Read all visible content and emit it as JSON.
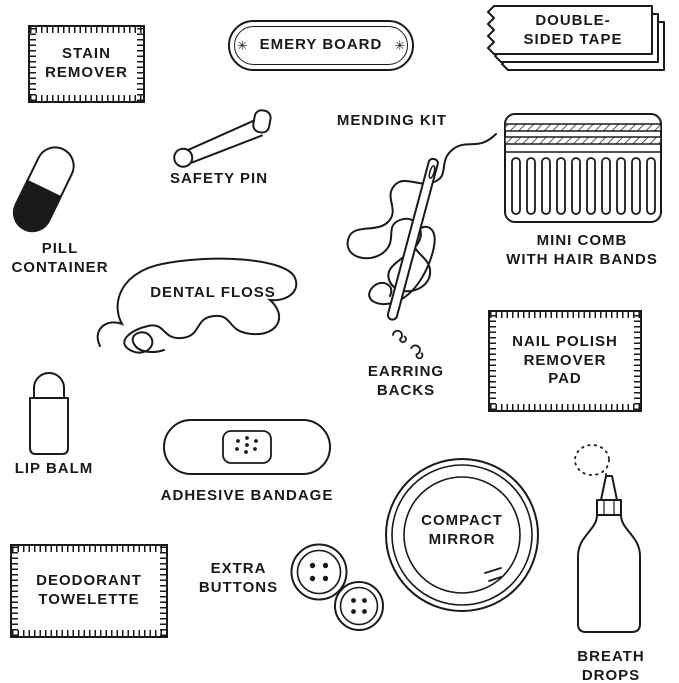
{
  "palette": {
    "ink": "#1a1a1a",
    "background": "#ffffff"
  },
  "icons": {
    "sparkle": "✳"
  },
  "items": {
    "stain_remover": {
      "label": "STAIN\nREMOVER"
    },
    "emery_board": {
      "label": "EMERY BOARD"
    },
    "double_sided_tape": {
      "label": "DOUBLE-\nSIDED TAPE"
    },
    "safety_pin": {
      "label": "SAFETY PIN"
    },
    "mending_kit": {
      "label": "MENDING KIT"
    },
    "mini_comb": {
      "label": "MINI COMB\nWITH HAIR BANDS"
    },
    "pill_container": {
      "label": "PILL\nCONTAINER"
    },
    "dental_floss": {
      "label": "DENTAL FLOSS"
    },
    "earring_backs": {
      "label": "EARRING\nBACKS"
    },
    "nail_polish_remover_pad": {
      "label": "NAIL POLISH\nREMOVER\nPAD"
    },
    "lip_balm": {
      "label": "LIP BALM"
    },
    "adhesive_bandage": {
      "label": "ADHESIVE BANDAGE"
    },
    "compact_mirror": {
      "label": "COMPACT\nMIRROR"
    },
    "deodorant_towelette": {
      "label": "DEODORANT\nTOWELETTE"
    },
    "extra_buttons": {
      "label": "EXTRA\nBUTTONS"
    },
    "breath_drops": {
      "label": "BREATH\nDROPS"
    }
  }
}
